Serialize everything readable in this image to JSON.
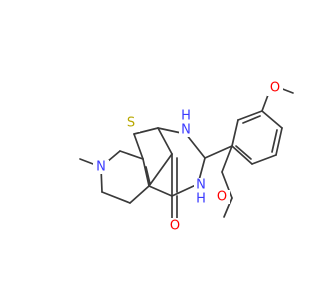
{
  "molecule": {
    "colors": {
      "bond": "#3a3a3a",
      "carbon": "#3a3a3a",
      "nitrogen": "#3a3aff",
      "oxygen": "#ff0000",
      "sulfur": "#b8a800",
      "background": "#ffffff"
    },
    "atoms": {
      "S1": "S",
      "N_aminal": "N",
      "H_aminal": "H",
      "N_amide": "N",
      "H_amide": "H",
      "N_ring": "N",
      "O_carbonyl": "O",
      "O_methoxy_top": "O",
      "O_methoxy_bottom": "O"
    }
  }
}
